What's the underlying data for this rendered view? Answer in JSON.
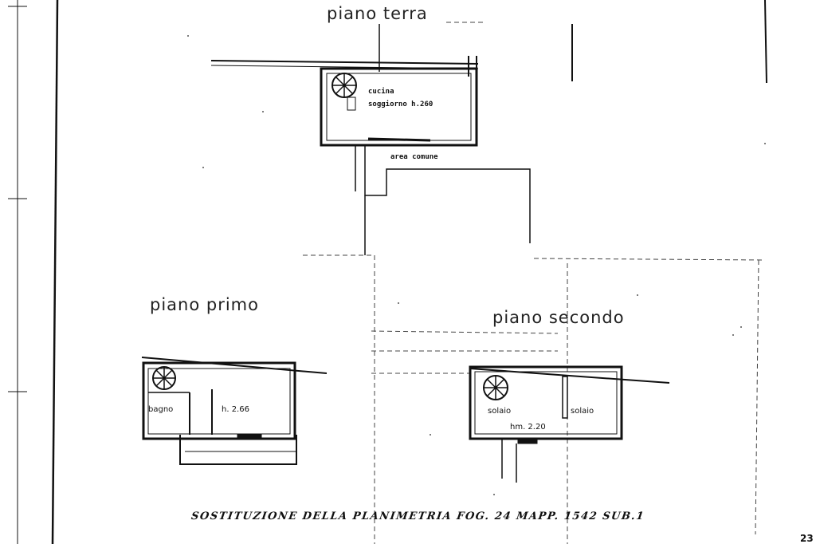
{
  "floors": {
    "ground": {
      "title": "piano terra",
      "rooms": [
        "cucina",
        "soggiorno h.260"
      ],
      "common_area": "area comune"
    },
    "first": {
      "title": "piano primo",
      "rooms": [
        "bagno",
        "h. 2.66"
      ]
    },
    "second": {
      "title": "piano secondo",
      "rooms": [
        "solaio",
        "solaio",
        "hm. 2.20"
      ]
    }
  },
  "caption": "SOSTITUZIONE DELLA PLANIMETRIA FOG. 24 MAPP. 1542 SUB.1",
  "page_number": "23"
}
